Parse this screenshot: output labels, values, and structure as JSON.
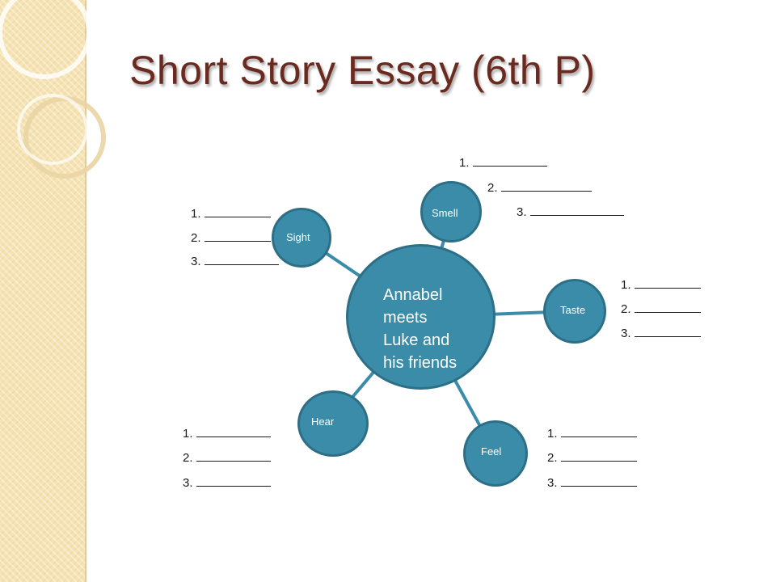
{
  "title": "Short Story Essay (6th P)",
  "colors": {
    "node_fill": "#3b8ca8",
    "node_border": "#2d6f86",
    "title": "#6b2a1f",
    "sidebar": "#f6e3b3"
  },
  "center": {
    "lines": [
      "Annabel",
      "meets",
      "Luke and",
      "his friends"
    ]
  },
  "senses": [
    {
      "label": "Sight",
      "blanks": [
        "1.",
        "2.",
        "3."
      ]
    },
    {
      "label": "Smell",
      "blanks": [
        "1.",
        "2.",
        "3."
      ]
    },
    {
      "label": "Taste",
      "blanks": [
        "1.",
        "2.",
        "3."
      ]
    },
    {
      "label": "Hear",
      "blanks": [
        "1.",
        "2.",
        "3."
      ]
    },
    {
      "label": "Feel",
      "blanks": [
        "1.",
        "2.",
        "3."
      ]
    }
  ]
}
